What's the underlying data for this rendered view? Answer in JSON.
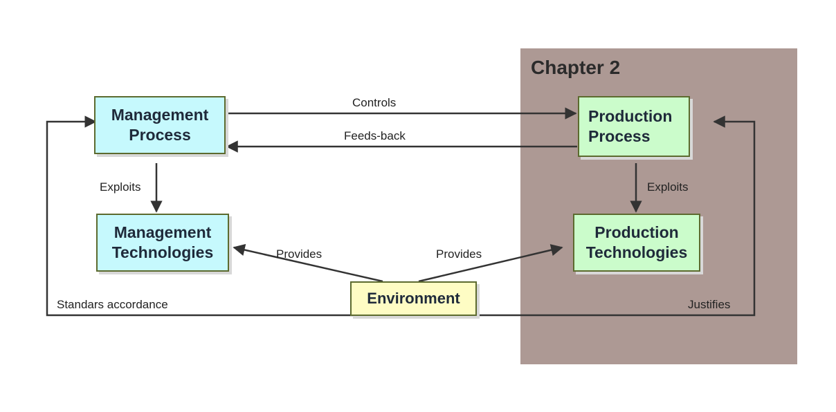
{
  "colors": {
    "chapter_panel": "#ad9994",
    "management_fill": "#c6f9fd",
    "production_fill": "#cbfccb",
    "environment_fill": "#fefcc4",
    "border": "#5c6a2e",
    "arrow": "#333333"
  },
  "chapter": {
    "title": "Chapter 2"
  },
  "nodes": {
    "management_process": "Management Process",
    "management_technologies": "Management Technologies",
    "production_process": "Production Process",
    "production_technologies": "Production Technologies",
    "environment": "Environment"
  },
  "edges": {
    "controls": "Controls",
    "feeds_back": "Feeds-back",
    "exploits_left": "Exploits",
    "exploits_right": "Exploits",
    "provides_left": "Provides",
    "provides_right": "Provides",
    "standards_accordance": "Standars accordance",
    "justifies": "Justifies"
  }
}
